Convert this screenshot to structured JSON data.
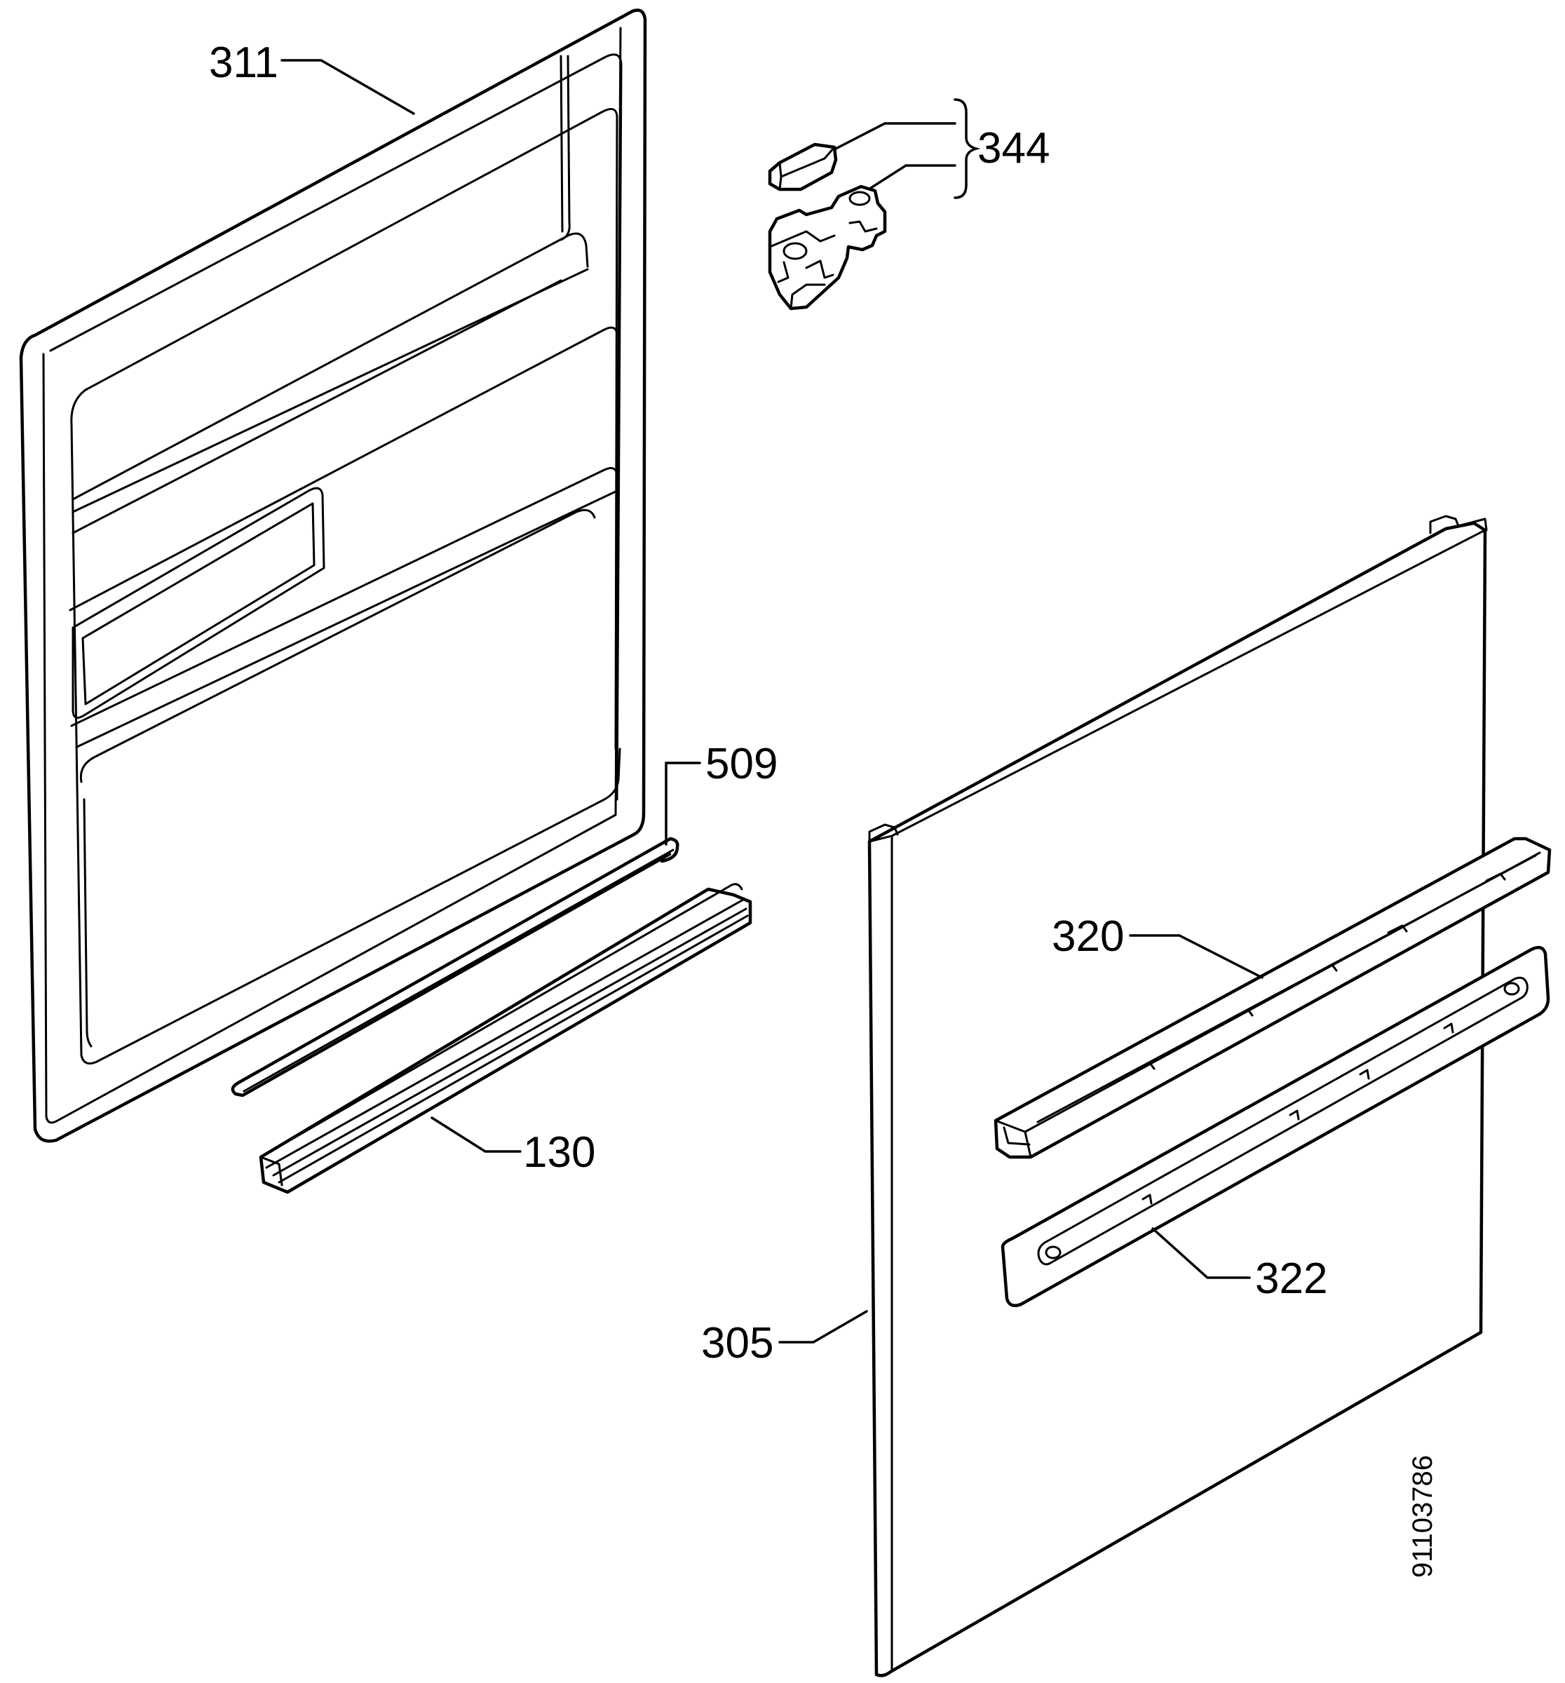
{
  "diagram": {
    "type": "exploded-parts-diagram",
    "document_number": "91103786",
    "callouts": [
      {
        "id": "311",
        "label": "311",
        "part": "inner-door-panel"
      },
      {
        "id": "344",
        "label": "344",
        "part": "door-latch-assembly"
      },
      {
        "id": "509",
        "label": "509",
        "part": "wire-rod"
      },
      {
        "id": "130",
        "label": "130",
        "part": "door-bottom-seal"
      },
      {
        "id": "320",
        "label": "320",
        "part": "upper-handle-strip"
      },
      {
        "id": "322",
        "label": "322",
        "part": "lower-handle-strip"
      },
      {
        "id": "305",
        "label": "305",
        "part": "outer-door-panel"
      }
    ]
  }
}
